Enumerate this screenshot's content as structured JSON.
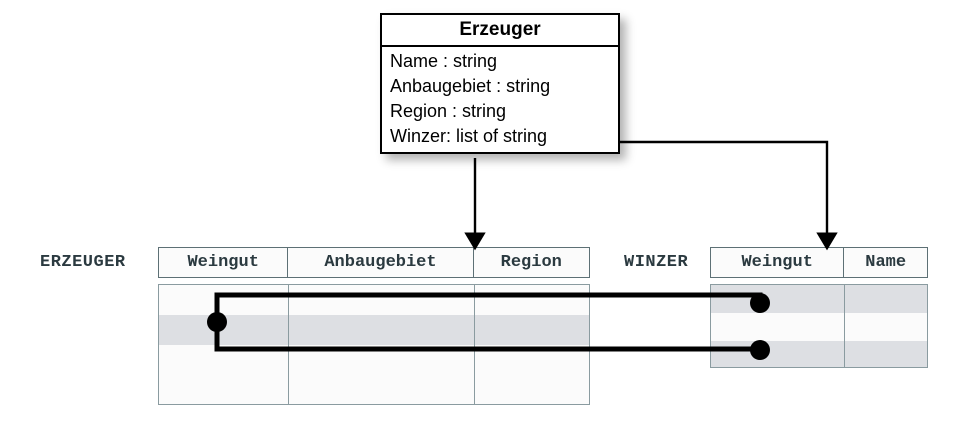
{
  "diagram": {
    "title": "Erzeuger UML class to relational tables mapping",
    "colors": {
      "stroke": "#000000",
      "table_border": "#5d7075",
      "table_body_border": "#8a9ba0",
      "row_highlight": "#dddfe3",
      "label_text": "#2b3a40",
      "background": "#ffffff"
    }
  },
  "uml_class": {
    "name": "Erzeuger",
    "attributes": [
      "Name : string",
      "Anbaugebiet : string",
      "Region : string",
      "Winzer: list of string"
    ]
  },
  "tables": [
    {
      "label": "ERZEUGER",
      "columns": [
        "Weingut",
        "Anbaugebiet",
        "Region"
      ],
      "rows": [
        {
          "cells": [
            "",
            "",
            ""
          ],
          "highlighted": false
        },
        {
          "cells": [
            "",
            "",
            ""
          ],
          "highlighted": true
        },
        {
          "cells": [
            "",
            "",
            ""
          ],
          "highlighted": false
        },
        {
          "cells": [
            "",
            "",
            ""
          ],
          "highlighted": false
        }
      ]
    },
    {
      "label": "WINZER",
      "columns": [
        "Weingut",
        "Name"
      ],
      "rows": [
        {
          "cells": [
            "",
            ""
          ],
          "highlighted": true
        },
        {
          "cells": [
            "",
            ""
          ],
          "highlighted": false
        },
        {
          "cells": [
            "",
            ""
          ],
          "highlighted": true
        }
      ]
    }
  ],
  "connectors": {
    "arrow_to_erzeuger": "Erzeuger class maps to ERZEUGER table",
    "arrow_to_winzer": "Winzer list attribute maps to WINZER table",
    "link_dots": 3
  }
}
